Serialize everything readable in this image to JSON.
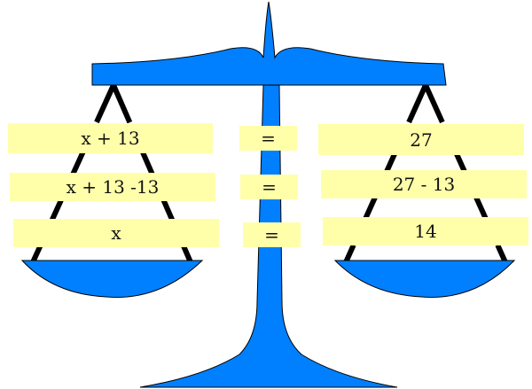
{
  "colors": {
    "scale": "#0080ff",
    "box": "#ffffaa"
  },
  "left": [
    "x + 13",
    "x + 13 -13",
    "x"
  ],
  "middle": [
    "=",
    "=",
    "="
  ],
  "right": [
    "27",
    "27 - 13",
    "14"
  ]
}
